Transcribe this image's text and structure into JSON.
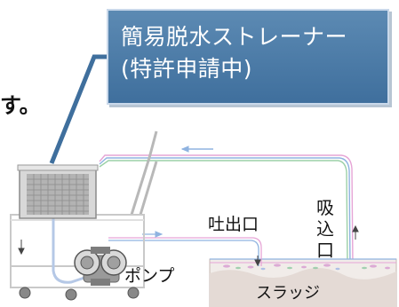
{
  "callout": {
    "title": "簡易脱水ストレーナー",
    "subtitle": "(特許申請中)"
  },
  "partial_text": "す。",
  "labels": {
    "outlet": "吐出口",
    "inlet": "吸込口",
    "pump": "ポンプ",
    "sludge": "スラッジ"
  },
  "colors": {
    "callout_bg": "#3f6f9d",
    "pipe_pink": "#e6a5d6",
    "pipe_blue": "#8fb3e0",
    "pipe_green": "#9bd0a7",
    "sludge_fill": "#f1ece9"
  }
}
